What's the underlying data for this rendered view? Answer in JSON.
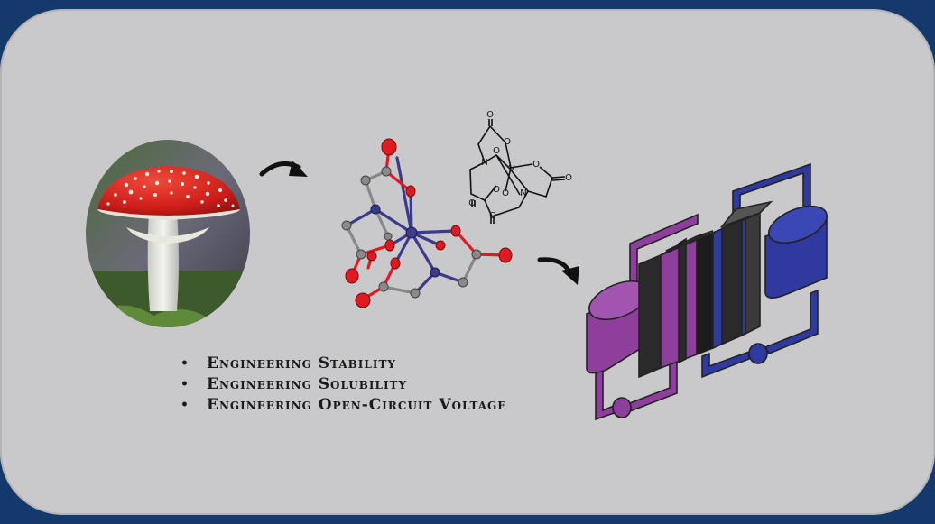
{
  "bullets": [
    "Engineering Stability",
    "Engineering Solubility",
    "Engineering Open-Circuit Voltage"
  ],
  "structure_labels": {
    "metal": "V",
    "nitrogen": "N",
    "oxygen": "O"
  },
  "colors": {
    "frame": "#133a6a",
    "background": "#c9c9cb",
    "oxygen_atom": "#e01a22",
    "nitrogen_atom": "#3b3b8c",
    "carbon_atom": "#8a8a8a",
    "purple": "#8e3f9c",
    "blue": "#2f3aa0",
    "membrane": "#222222"
  }
}
